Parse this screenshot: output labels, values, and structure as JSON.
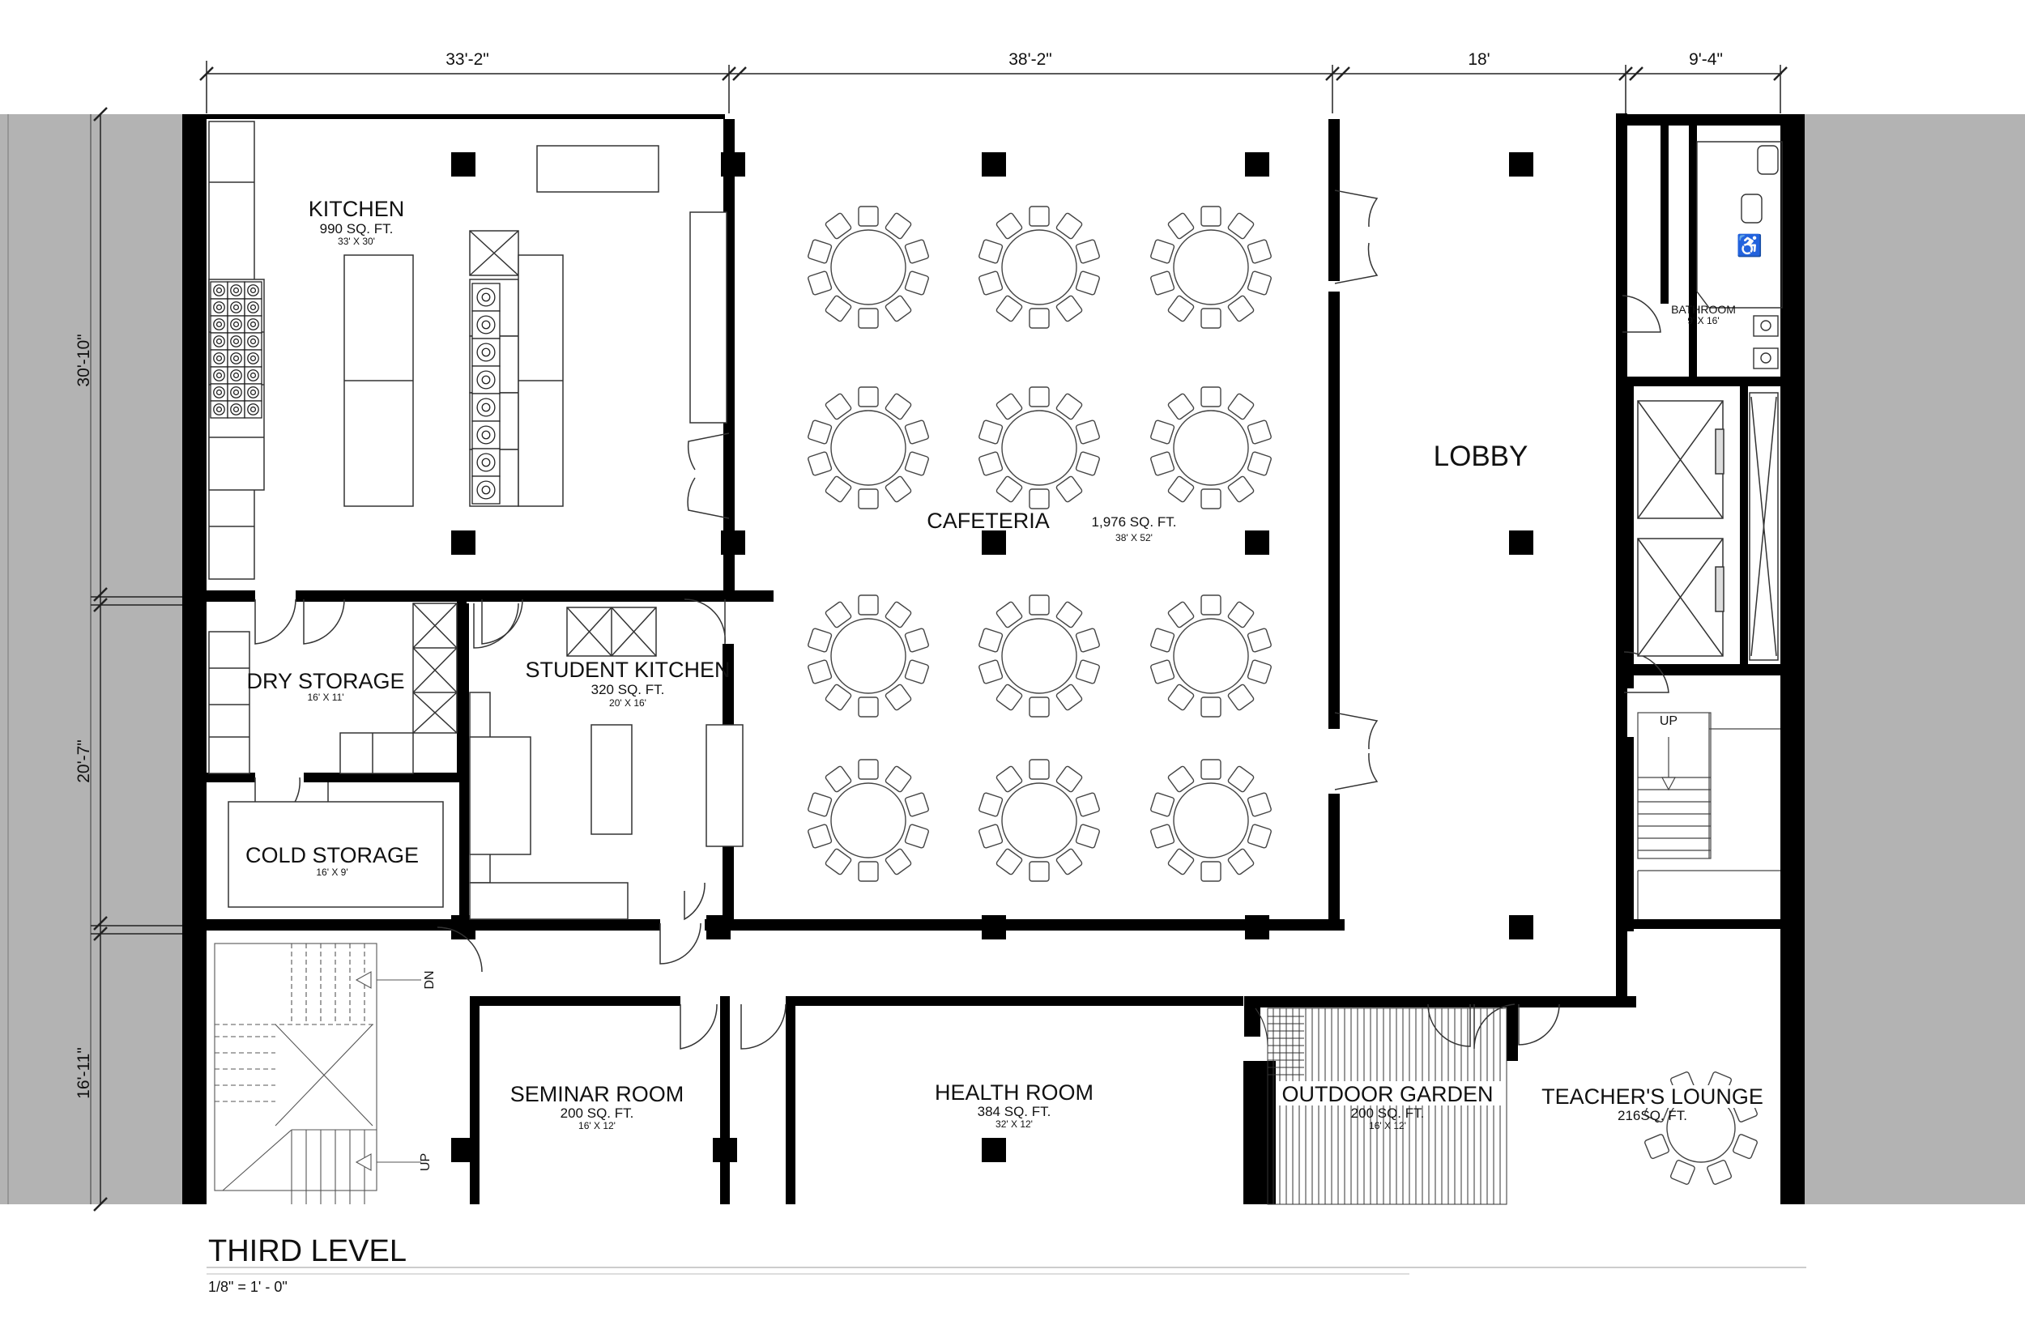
{
  "plan": {
    "title": "THIRD LEVEL",
    "scale": "1/8\" = 1' - 0\"",
    "dimensions_top": [
      "33'-2\"",
      "38'-2\"",
      "18'",
      "9'-4\""
    ],
    "dimensions_left": [
      "30'-10\"",
      "20'-7\"",
      "16'-11\""
    ],
    "rooms": {
      "kitchen": {
        "name": "KITCHEN",
        "area": "990 SQ. FT.",
        "size": "33' X 30'"
      },
      "cafeteria": {
        "name": "CAFETERIA",
        "area": "1,976 SQ. FT.",
        "size": "38' X 52'"
      },
      "lobby": {
        "name": "LOBBY"
      },
      "bathroom": {
        "name": "BATHROOM",
        "size": "9' X 16'"
      },
      "dry_storage": {
        "name": "DRY STORAGE",
        "size": "16' X 11'"
      },
      "student_kitchen": {
        "name": "STUDENT KITCHEN",
        "area": "320 SQ. FT.",
        "size": "20' X 16'"
      },
      "cold_storage": {
        "name": "COLD STORAGE",
        "size": "16' X 9'"
      },
      "seminar_room": {
        "name": "SEMINAR ROOM",
        "area": "200 SQ. FT.",
        "size": "16' X 12'"
      },
      "health_room": {
        "name": "HEALTH ROOM",
        "area": "384 SQ. FT.",
        "size": "32' X 12'"
      },
      "outdoor_garden": {
        "name": "OUTDOOR GARDEN",
        "area": "200 SQ. FT.",
        "size": "16' X 12'"
      },
      "teachers_lounge": {
        "name": "TEACHER'S LOUNGE",
        "area": "216SQ. FT."
      }
    },
    "stair_labels": {
      "up_east": "UP",
      "down_west": "DN",
      "up_west": "UP"
    },
    "icons": [
      "wheelchair-accessible-icon",
      "elevator-icon",
      "toilet-icon",
      "sink-icon",
      "stove-icon",
      "door-swing-icon",
      "round-table-icon",
      "stair-arrow-icon"
    ]
  }
}
